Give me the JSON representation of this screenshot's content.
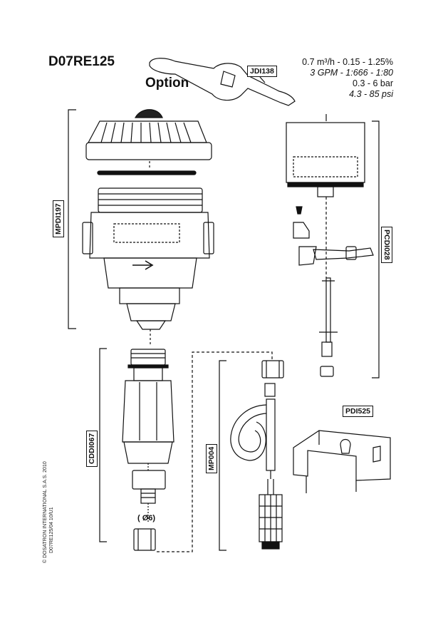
{
  "header": {
    "model": "D07RE125",
    "option_label": "Option"
  },
  "specs": {
    "line1": "0.7 m³/h - 0.15 - 1.25%",
    "line2": "3 GPM - 1:666 - 1:80",
    "line3": "0.3 - 6 bar",
    "line4": "4.3 - 85 psi"
  },
  "part_tags": {
    "wrench": "JDI138",
    "pump_body": "MPDI197",
    "injector": "PCDI028",
    "check_valve": "CDDI067",
    "suction_kit": "MP004",
    "bracket": "PDI525"
  },
  "diameter_label": "( Ø6)",
  "footer": {
    "copyright": "© DOSATRON INTERNATIONAL S.A.S. 2010",
    "doc_ref": "D07RE125/04 10/U1"
  }
}
